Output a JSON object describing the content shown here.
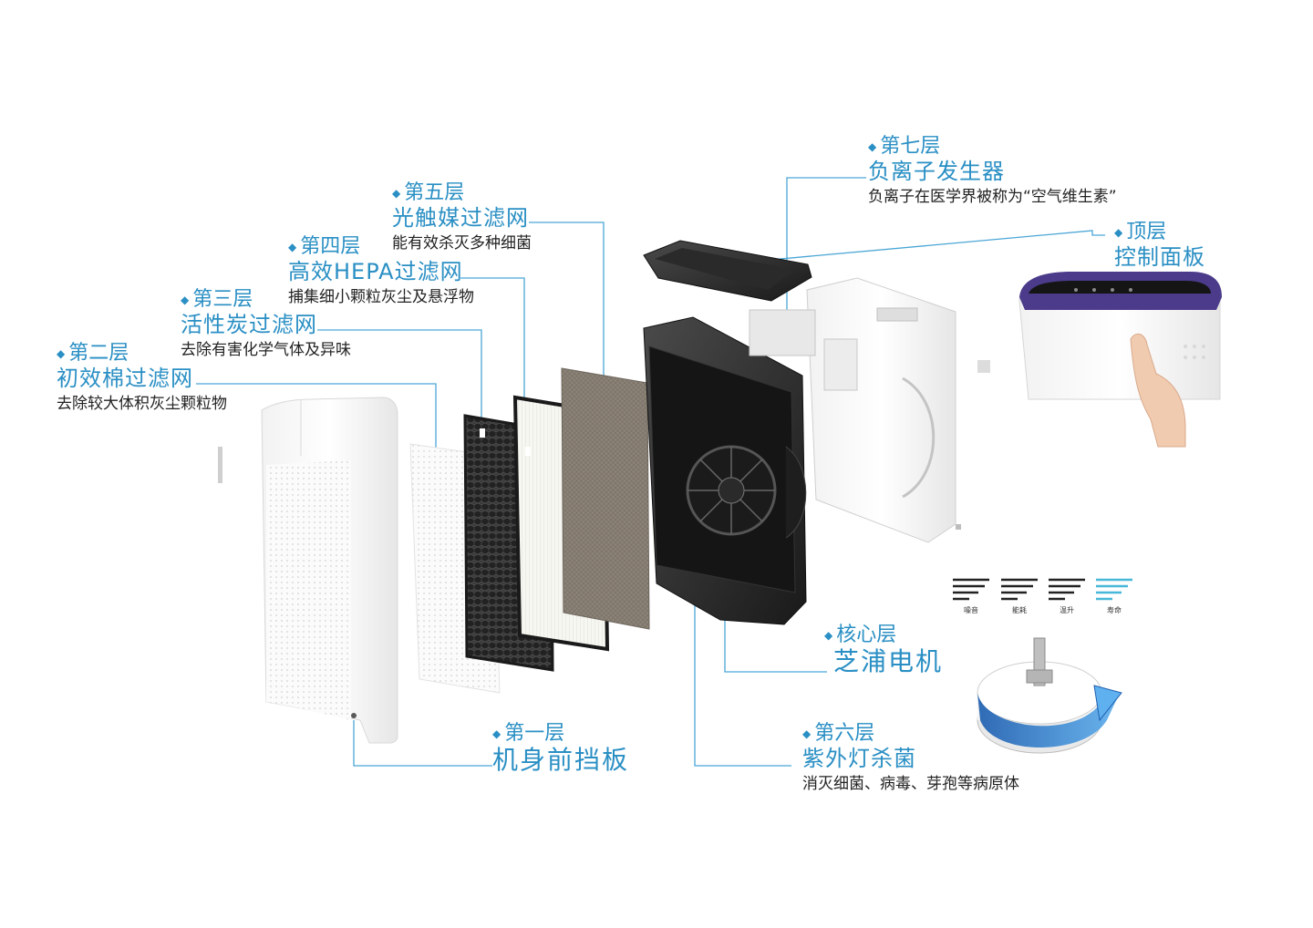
{
  "labels": {
    "l1": {
      "layer": "第一层",
      "name": "机身前挡板"
    },
    "l2": {
      "layer": "第二层",
      "name": "初效棉过滤网",
      "desc": "去除较大体积灰尘颗粒物"
    },
    "l3": {
      "layer": "第三层",
      "name": "活性炭过滤网",
      "desc": "去除有害化学气体及异味"
    },
    "l4": {
      "layer": "第四层",
      "name": "高效HEPA过滤网",
      "desc": "捕集细小颗粒灰尘及悬浮物"
    },
    "l5": {
      "layer": "第五层",
      "name": "光触媒过滤网",
      "desc": "能有效杀灭多种细菌"
    },
    "l6": {
      "layer": "第六层",
      "name": "紫外灯杀菌",
      "desc": "消灭细菌、病毒、芽孢等病原体"
    },
    "l7": {
      "layer": "第七层",
      "name": "负离子发生器",
      "desc": "负离子在医学界被称为“空气维生素”"
    },
    "top": {
      "layer": "顶层",
      "name": "控制面板"
    },
    "core": {
      "layer": "核心层",
      "name": "芝浦电机"
    }
  },
  "motor_features": [
    "噪音",
    "能耗",
    "温升",
    "寿命"
  ],
  "colors": {
    "accent": "#2a8fc4",
    "leader": "#4aa6d6"
  }
}
